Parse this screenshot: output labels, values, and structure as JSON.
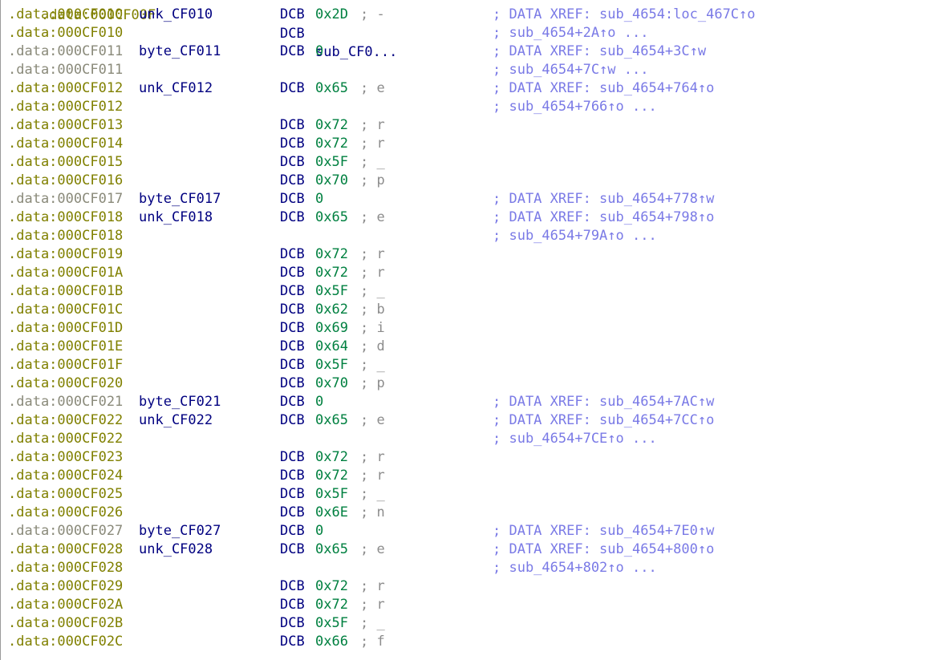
{
  "top_partial": {
    "addr": ".data:000CF00F",
    "mnem": "DCB",
    "operand": "sub_CF0..."
  },
  "rows": [
    {
      "addr": ".data:000CF010",
      "dim": false,
      "label": "unk_CF010",
      "mnem": "DCB",
      "val": "0x2D",
      "cmt": "; -",
      "xref": "; DATA XREF: sub_4654:loc_467C↑o"
    },
    {
      "addr": ".data:000CF010",
      "dim": false,
      "label": "",
      "mnem": "",
      "val": "",
      "cmt": "",
      "xref": "; sub_4654+2A↑o ..."
    },
    {
      "addr": ".data:000CF011",
      "dim": true,
      "label": "byte_CF011",
      "mnem": "DCB",
      "val": "0",
      "cmt": "",
      "xref": "; DATA XREF: sub_4654+3C↑w"
    },
    {
      "addr": ".data:000CF011",
      "dim": true,
      "label": "",
      "mnem": "",
      "val": "",
      "cmt": "",
      "xref": "; sub_4654+7C↑w ..."
    },
    {
      "addr": ".data:000CF012",
      "dim": false,
      "label": "unk_CF012",
      "mnem": "DCB",
      "val": "0x65",
      "cmt": "; e",
      "xref": "; DATA XREF: sub_4654+764↑o"
    },
    {
      "addr": ".data:000CF012",
      "dim": false,
      "label": "",
      "mnem": "",
      "val": "",
      "cmt": "",
      "xref": "; sub_4654+766↑o ..."
    },
    {
      "addr": ".data:000CF013",
      "dim": false,
      "label": "",
      "mnem": "DCB",
      "val": "0x72",
      "cmt": "; r",
      "xref": ""
    },
    {
      "addr": ".data:000CF014",
      "dim": false,
      "label": "",
      "mnem": "DCB",
      "val": "0x72",
      "cmt": "; r",
      "xref": ""
    },
    {
      "addr": ".data:000CF015",
      "dim": false,
      "label": "",
      "mnem": "DCB",
      "val": "0x5F",
      "cmt": "; _",
      "xref": ""
    },
    {
      "addr": ".data:000CF016",
      "dim": false,
      "label": "",
      "mnem": "DCB",
      "val": "0x70",
      "cmt": "; p",
      "xref": ""
    },
    {
      "addr": ".data:000CF017",
      "dim": true,
      "label": "byte_CF017",
      "mnem": "DCB",
      "val": "0",
      "cmt": "",
      "xref": "; DATA XREF: sub_4654+778↑w"
    },
    {
      "addr": ".data:000CF018",
      "dim": false,
      "label": "unk_CF018",
      "mnem": "DCB",
      "val": "0x65",
      "cmt": "; e",
      "xref": "; DATA XREF: sub_4654+798↑o"
    },
    {
      "addr": ".data:000CF018",
      "dim": false,
      "label": "",
      "mnem": "",
      "val": "",
      "cmt": "",
      "xref": "; sub_4654+79A↑o ..."
    },
    {
      "addr": ".data:000CF019",
      "dim": false,
      "label": "",
      "mnem": "DCB",
      "val": "0x72",
      "cmt": "; r",
      "xref": ""
    },
    {
      "addr": ".data:000CF01A",
      "dim": false,
      "label": "",
      "mnem": "DCB",
      "val": "0x72",
      "cmt": "; r",
      "xref": ""
    },
    {
      "addr": ".data:000CF01B",
      "dim": false,
      "label": "",
      "mnem": "DCB",
      "val": "0x5F",
      "cmt": "; _",
      "xref": ""
    },
    {
      "addr": ".data:000CF01C",
      "dim": false,
      "label": "",
      "mnem": "DCB",
      "val": "0x62",
      "cmt": "; b",
      "xref": ""
    },
    {
      "addr": ".data:000CF01D",
      "dim": false,
      "label": "",
      "mnem": "DCB",
      "val": "0x69",
      "cmt": "; i",
      "xref": ""
    },
    {
      "addr": ".data:000CF01E",
      "dim": false,
      "label": "",
      "mnem": "DCB",
      "val": "0x64",
      "cmt": "; d",
      "xref": ""
    },
    {
      "addr": ".data:000CF01F",
      "dim": false,
      "label": "",
      "mnem": "DCB",
      "val": "0x5F",
      "cmt": "; _",
      "xref": ""
    },
    {
      "addr": ".data:000CF020",
      "dim": false,
      "label": "",
      "mnem": "DCB",
      "val": "0x70",
      "cmt": "; p",
      "xref": ""
    },
    {
      "addr": ".data:000CF021",
      "dim": true,
      "label": "byte_CF021",
      "mnem": "DCB",
      "val": "0",
      "cmt": "",
      "xref": "; DATA XREF: sub_4654+7AC↑w"
    },
    {
      "addr": ".data:000CF022",
      "dim": false,
      "label": "unk_CF022",
      "mnem": "DCB",
      "val": "0x65",
      "cmt": "; e",
      "xref": "; DATA XREF: sub_4654+7CC↑o"
    },
    {
      "addr": ".data:000CF022",
      "dim": false,
      "label": "",
      "mnem": "",
      "val": "",
      "cmt": "",
      "xref": "; sub_4654+7CE↑o ..."
    },
    {
      "addr": ".data:000CF023",
      "dim": false,
      "label": "",
      "mnem": "DCB",
      "val": "0x72",
      "cmt": "; r",
      "xref": ""
    },
    {
      "addr": ".data:000CF024",
      "dim": false,
      "label": "",
      "mnem": "DCB",
      "val": "0x72",
      "cmt": "; r",
      "xref": ""
    },
    {
      "addr": ".data:000CF025",
      "dim": false,
      "label": "",
      "mnem": "DCB",
      "val": "0x5F",
      "cmt": "; _",
      "xref": ""
    },
    {
      "addr": ".data:000CF026",
      "dim": false,
      "label": "",
      "mnem": "DCB",
      "val": "0x6E",
      "cmt": "; n",
      "xref": ""
    },
    {
      "addr": ".data:000CF027",
      "dim": true,
      "label": "byte_CF027",
      "mnem": "DCB",
      "val": "0",
      "cmt": "",
      "xref": "; DATA XREF: sub_4654+7E0↑w"
    },
    {
      "addr": ".data:000CF028",
      "dim": false,
      "label": "unk_CF028",
      "mnem": "DCB",
      "val": "0x65",
      "cmt": "; e",
      "xref": "; DATA XREF: sub_4654+800↑o"
    },
    {
      "addr": ".data:000CF028",
      "dim": false,
      "label": "",
      "mnem": "",
      "val": "",
      "cmt": "",
      "xref": "; sub_4654+802↑o ..."
    },
    {
      "addr": ".data:000CF029",
      "dim": false,
      "label": "",
      "mnem": "DCB",
      "val": "0x72",
      "cmt": "; r",
      "xref": ""
    },
    {
      "addr": ".data:000CF02A",
      "dim": false,
      "label": "",
      "mnem": "DCB",
      "val": "0x72",
      "cmt": "; r",
      "xref": ""
    },
    {
      "addr": ".data:000CF02B",
      "dim": false,
      "label": "",
      "mnem": "DCB",
      "val": "0x5F",
      "cmt": "; _",
      "xref": ""
    },
    {
      "addr": ".data:000CF02C",
      "dim": false,
      "label": "",
      "mnem": "DCB",
      "val": "0x66",
      "cmt": "; f",
      "xref": ""
    }
  ]
}
